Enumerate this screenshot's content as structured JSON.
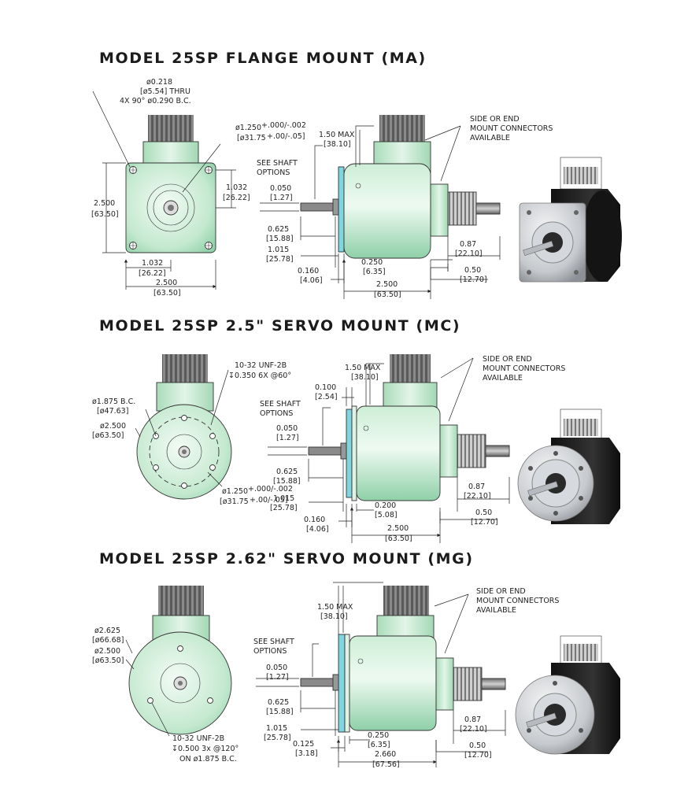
{
  "sections": [
    {
      "title": "MODEL 25SP FLANGE MOUNT (MA)",
      "labels": {
        "hole_1": "ø0.218",
        "hole_2": "[ø5.54] THRU",
        "hole_3": "4X 90° ø0.290 B.C.",
        "pilot_1": "ø1.250",
        "pilot_tol_1": "+.000/-.002",
        "pilot_2": "[ø31.75",
        "pilot_tol_2": "+.00/-.05]",
        "shaft_1": "SEE SHAFT",
        "shaft_2": "OPTIONS",
        "maxh_1": "1.50 MAX",
        "maxh_2": "[38.10]",
        "side_1": "SIDE OR END",
        "side_2": "MOUNT CONNECTORS",
        "side_3": "AVAILABLE",
        "d_1032r_1": "1.032",
        "d_1032r_2": "[26.22]",
        "d_2500l_1": "2.500",
        "d_2500l_2": "[63.50]",
        "d_1032b_1": "1.032",
        "d_1032b_2": "[26.22]",
        "d_2500b_1": "2.500",
        "d_2500b_2": "[63.50]",
        "d_050_1": "0.050",
        "d_050_2": "[1.27]",
        "d_0625_1": "0.625",
        "d_0625_2": "[15.88]",
        "d_1015_1": "1.015",
        "d_1015_2": "[25.78]",
        "d_016_1": "0.160",
        "d_016_2": "[4.06]",
        "d_025_1": "0.250",
        "d_025_2": "[6.35]",
        "d_087_1": "0.87",
        "d_087_2": "[22.10]",
        "d_05_1": "0.50",
        "d_05_2": "[12.70]",
        "d_2500s_1": "2.500",
        "d_2500s_2": "[63.50]"
      }
    },
    {
      "title": "MODEL 25SP 2.5\" SERVO MOUNT (MC)",
      "labels": {
        "tap_1": "10-32 UNF-2B",
        "tap_2": "↧0.350 6X @60°",
        "bc_1": "ø1.875 B.C.",
        "bc_2": "[ø47.63]",
        "od_1": "ø2.500",
        "od_2": "[ø63.50]",
        "pilot_1": "ø1.250",
        "pilot_tol_1": "+.000/-.002",
        "pilot_2": "[ø31.75",
        "pilot_tol_2": "+.00/-.05]",
        "maxh_1": "1.50 MAX",
        "maxh_2": "[38.10]",
        "side_1": "SIDE OR END",
        "side_2": "MOUNT CONNECTORS",
        "side_3": "AVAILABLE",
        "d_01_1": "0.100",
        "d_01_2": "[2.54]",
        "shaft_1": "SEE SHAFT",
        "shaft_2": "OPTIONS",
        "d_050_1": "0.050",
        "d_050_2": "[1.27]",
        "d_0625_1": "0.625",
        "d_0625_2": "[15.88]",
        "d_1015_1": "1.015",
        "d_1015_2": "[25.78]",
        "d_016_1": "0.160",
        "d_016_2": "[4.06]",
        "d_02_1": "0.200",
        "d_02_2": "[5.08]",
        "d_087_1": "0.87",
        "d_087_2": "[22.10]",
        "d_05_1": "0.50",
        "d_05_2": "[12.70]",
        "d_2500s_1": "2.500",
        "d_2500s_2": "[63.50]"
      }
    },
    {
      "title": "MODEL 25SP 2.62\" SERVO MOUNT (MG)",
      "labels": {
        "od1_1": "ø2.625",
        "od1_2": "[ø66.68]",
        "od2_1": "ø2.500",
        "od2_2": "[ø63.50]",
        "tap_1": "10-32 UNF-2B",
        "tap_2": "↧0.500 3x @120°",
        "tap_3": "ON ø1.875 B.C.",
        "maxh_1": "1.50 MAX",
        "maxh_2": "[38.10]",
        "side_1": "SIDE OR END",
        "side_2": "MOUNT CONNECTORS",
        "side_3": "AVAILABLE",
        "shaft_1": "SEE SHAFT",
        "shaft_2": "OPTIONS",
        "d_050_1": "0.050",
        "d_050_2": "[1.27]",
        "d_0625_1": "0.625",
        "d_0625_2": "[15.88]",
        "d_1015_1": "1.015",
        "d_1015_2": "[25.78]",
        "d_0125_1": "0.125",
        "d_0125_2": "[3.18]",
        "d_025_1": "0.250",
        "d_025_2": "[6.35]",
        "d_087_1": "0.87",
        "d_087_2": "[22.10]",
        "d_05_1": "0.50",
        "d_05_2": "[12.70]",
        "d_2660_1": "2.660",
        "d_2660_2": "[67.56]"
      }
    }
  ],
  "colors": {
    "body_light": "#e6f6ea",
    "body_mid": "#b6e2c4",
    "body_dark": "#7ec89b",
    "flange_cyan": "#7fd6e0",
    "connector_gray": "#7a7a7a",
    "encoder_black": "#1c1c1c",
    "encoder_silver": "#c9ccd0"
  }
}
